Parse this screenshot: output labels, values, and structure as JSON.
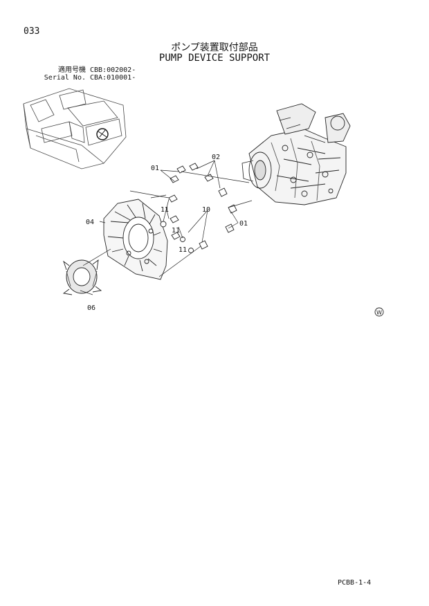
{
  "header": {
    "page_number": "033",
    "title_jp": "ポンプ装置取付部品",
    "title_en": "PUMP DEVICE SUPPORT"
  },
  "serial": {
    "row1_label": "適用号機",
    "row1_value": "CBB:002002-",
    "row2_label": "Serial No.",
    "row2_value": "CBA:010001-"
  },
  "callouts": {
    "c01a": "01",
    "c02": "02",
    "c04": "04",
    "c11a": "11",
    "c10": "10",
    "c11b": "11",
    "c11c": "11",
    "c01b": "01",
    "c06": "06"
  },
  "mark": "W",
  "footer": {
    "code": "PCBB-1-4"
  }
}
